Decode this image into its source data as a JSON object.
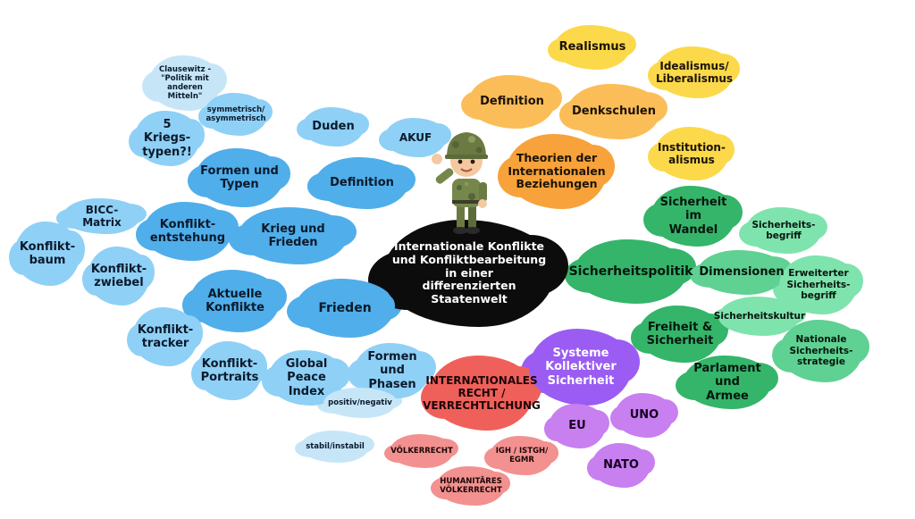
{
  "colors": {
    "war_peace": "#50aeea",
    "theories": "#f7a23a",
    "security": "#34b56a",
    "law": "#f0605b",
    "collective": "#9a5cf2",
    "center": "#0c0c0c"
  },
  "center": {
    "label": "Internationale Konflikte\nund Konfliktbearbeitung in einer\ndifferenzierten Staatenwelt"
  },
  "war_peace": {
    "main": "Krieg und Frieden",
    "definition": "Definition",
    "duden": "Duden",
    "akuf": "AKUF",
    "formen_typen": "Formen und\nTypen",
    "kriegstypen": "5 Kriegs-\ntypen?!",
    "clausewitz": "Clausewitz -\n\"Politik mit\nanderen Mitteln\"",
    "symmetrisch": "symmetrisch/\nasymmetrisch",
    "konfliktentstehung": "Konflikt-\nentstehung",
    "bicc": "BICC-Matrix",
    "konfliktbaum": "Konflikt-\nbaum",
    "konfliktzwiebel": "Konflikt-\nzwiebel",
    "aktuelle": "Aktuelle\nKonflikte",
    "konflikttracker": "Konflikt-\ntracker",
    "konfliktportraits": "Konflikt-\nPortraits",
    "frieden": "Frieden",
    "gpi": "Global\nPeace Index",
    "formen_phasen": "Formen und\nPhasen",
    "positiv": "positiv/negativ",
    "stabil": "stabil/instabil"
  },
  "theories": {
    "main": "Theorien der\nInternationalen\nBeziehungen",
    "definition": "Definition",
    "denkschulen": "Denkschulen",
    "realismus": "Realismus",
    "idealismus": "Idealismus/\nLiberalismus",
    "institutionalismus": "Institution-\nalismus"
  },
  "security": {
    "main": "Sicherheitspolitik",
    "wandel": "Sicherheit im\nWandel",
    "begriff": "Sicherheits-\nbegriff",
    "dimensionen": "Dimensionen",
    "erweiterter": "Erweiterter\nSicherheits-\nbegriff",
    "kultur": "Sicherheitskultur",
    "freiheit": "Freiheit &\nSicherheit",
    "nationale": "Nationale\nSicherheits-\nstrategie",
    "parlament": "Parlament und\nArmee"
  },
  "law": {
    "main": "INTERNATIONALES\nRECHT /\nVERRECHTLICHUNG",
    "voelkerrecht": "VÖLKERRECHT",
    "humanitaer": "HUMANITÄRES\nVÖLKERRECHT",
    "igh": "IGH / ISTGH/\nEGMR"
  },
  "collective": {
    "main": "Systeme\nKollektiver\nSicherheit",
    "eu": "EU",
    "uno": "UNO",
    "nato": "NATO"
  },
  "figure": {
    "icon": "soldier-icon"
  }
}
